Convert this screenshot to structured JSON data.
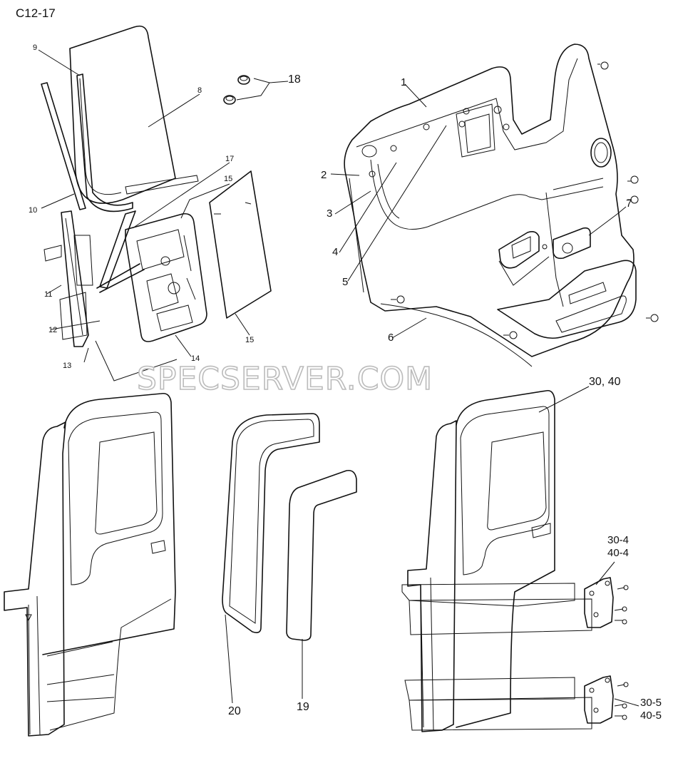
{
  "page_code": "C12-17",
  "watermark": "SPECSERVER.COM",
  "callouts": {
    "c1": "1",
    "c2": "2",
    "c3": "3",
    "c4": "4",
    "c5": "5",
    "c6": "6",
    "c7": "7",
    "c8": "8",
    "c9": "9",
    "c10": "10",
    "c11": "11",
    "c12": "12",
    "c13": "13",
    "c14": "14",
    "c15a": "15",
    "c15b": "15",
    "c17": "17",
    "c18": "18",
    "c19": "19",
    "c20": "20",
    "c30_40": "30, 40",
    "c30_4": "30-4",
    "c40_4": "40-4",
    "c30_5": "30-5",
    "c40_5": "40-5"
  }
}
